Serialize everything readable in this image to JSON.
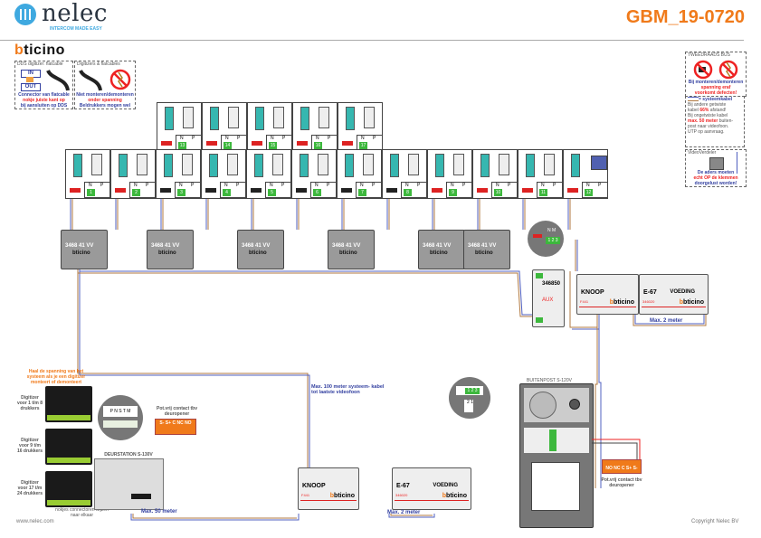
{
  "header": {
    "brand": "nelec",
    "tagline": "INTERCOM MADE EASY",
    "partner_brand_b": "b",
    "partner_brand_rest": "ticino",
    "document_number": "GBM_19-0720"
  },
  "notes_left": [
    {
      "title": "DDS digitizer: flatcable",
      "in_label": "IN",
      "out_label": "OUT",
      "line1": "Connector van flatcable",
      "line2": "nokje juiste kant op",
      "line3": "bij aansluiten op DDS"
    },
    {
      "title": "Digitizers & flatcables",
      "line1": "Niet monteren/demonteren",
      "line2": "onder spanning",
      "line3": "Beldrukkers mogen wel"
    }
  ],
  "notes_right": {
    "bus_title": "TWEEDRAADS BUS",
    "bus_line1": "Bij monteren/demonteren",
    "bus_line2": "spanning eraf",
    "bus_line3": "voorkomt defecten!",
    "cable_legend": "= systeemkabel",
    "cable_line1": "Bij andere getwiste",
    "cable_line2a": "kabel ",
    "cable_line2b": "66%",
    "cable_line2c": " afstand!",
    "cable_line3": "Bij ongetwiste kabel",
    "cable_line4a": "max. 50 meter",
    "cable_line4b": " buiten-",
    "cable_line5": "post naar videofoon.",
    "cable_line6": "UTP op aanvraag.",
    "splitter_title": "VideoVerdeler",
    "splitter_line1": "De aders moeten",
    "splitter_line2": "echt OP de klemmen",
    "splitter_line3": "doorgelust worden!"
  },
  "handsets_top": [
    {
      "number": "13",
      "switch": "red"
    },
    {
      "number": "14",
      "switch": "red"
    },
    {
      "number": "15",
      "switch": "red"
    },
    {
      "number": "16",
      "switch": "red"
    },
    {
      "number": "17",
      "switch": "red"
    }
  ],
  "handsets_bottom": [
    {
      "number": "1",
      "switch": "red",
      "monitor": false
    },
    {
      "number": "2",
      "switch": "red",
      "monitor": false
    },
    {
      "number": "3",
      "switch": "off",
      "monitor": false
    },
    {
      "number": "4",
      "switch": "off",
      "monitor": false
    },
    {
      "number": "5",
      "switch": "off",
      "monitor": false
    },
    {
      "number": "6",
      "switch": "off",
      "monitor": false
    },
    {
      "number": "7",
      "switch": "off",
      "monitor": false
    },
    {
      "number": "8",
      "switch": "off",
      "monitor": false
    },
    {
      "number": "9",
      "switch": "red",
      "monitor": false
    },
    {
      "number": "10",
      "switch": "red",
      "monitor": false
    },
    {
      "number": "11",
      "switch": "red",
      "monitor": false
    },
    {
      "number": "12",
      "switch": "red",
      "monitor": true
    }
  ],
  "np_labels": {
    "n": "N",
    "p": "P"
  },
  "splitters": [
    {
      "model": "3468 41",
      "vv": "VV",
      "brand": "bticino"
    },
    {
      "model": "3468 41",
      "vv": "VV",
      "brand": "bticino"
    },
    {
      "model": "3468 41",
      "vv": "VV",
      "brand": "bticino"
    },
    {
      "model": "3468 41",
      "vv": "VV",
      "brand": "bticino"
    },
    {
      "model": "3468 41",
      "vv": "VV",
      "brand": "bticino"
    },
    {
      "model": "3468 41",
      "vv": "VV",
      "brand": "bticino"
    }
  ],
  "interface": {
    "model": "346850",
    "aux": "AUX",
    "zoom_labels": "N M",
    "zoom_num": "1 2 3"
  },
  "knoop_top": {
    "label": "KNOOP",
    "code": "F441",
    "brand": "bticino"
  },
  "voeding_top": {
    "label": "E-67",
    "label2": "VOEDING",
    "code": "346020",
    "brand": "bticino",
    "cable_note": "Max. 2 meter"
  },
  "door_station_left": {
    "warning": "Haal de spanning van het systeem als je een digitizer monteert of demonteert",
    "digitizers": [
      {
        "label": "Digitizer voor 1 t/m 8 drukkers"
      },
      {
        "label": "Digitizer voor 9 t/m 16 drukkers"
      },
      {
        "label": "Digitizer voor 17 t/m 24 drukkers"
      }
    ],
    "connector_note": "nokjes connectoren wijzen naar elkaar",
    "station_label": "DEURSTATION S-130V",
    "zoom_labels": "P N S T M",
    "relay_title": "Pot.vrij contact tbv deuropener",
    "relay_pins": "S- S+ C NC NO",
    "cable_note": "Max. 50 meter"
  },
  "main_cable_note": "Max. 100 meter systeem- kabel tot laatste videofoon",
  "knoop_bottom": {
    "label": "KNOOP",
    "code": "F441",
    "brand": "bticino"
  },
  "voeding_bottom": {
    "label": "E-67",
    "label2": "VOEDING",
    "code": "346020",
    "brand": "bticino",
    "cable_note": "Max. 2 meter"
  },
  "outdoor_station_right": {
    "label": "BUITENPOST S-120V",
    "relay_title": "Pot.vrij contact tbv deuropener",
    "relay_pins": "NO NC C S+ S-",
    "zoom_numbers": "1 2 3",
    "dip_labels": "2 1"
  },
  "footer": {
    "website": "www.nelec.com",
    "copyright": "Copyright Nelec BV"
  },
  "colors": {
    "accent_orange": "#f07a1a",
    "brand_blue": "#3fa9e0",
    "cable_blue": "#5060c0",
    "cable_brown": "#b07840",
    "status_green": "#3db83d",
    "warning_red": "#e22222"
  }
}
